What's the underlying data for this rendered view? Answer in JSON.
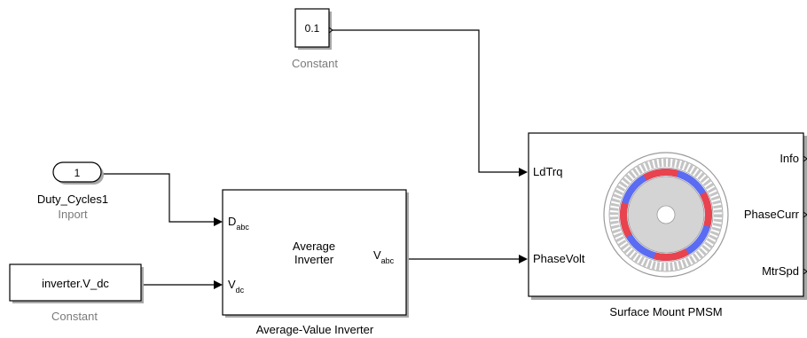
{
  "blocks": {
    "constant_top": {
      "value": "0.1",
      "caption": "Constant"
    },
    "inport": {
      "number": "1",
      "name": "Duty_Cycles1",
      "caption": "Inport"
    },
    "constant_bottom": {
      "value": "inverter.V_dc",
      "caption": "Constant"
    },
    "inverter": {
      "title_line1": "Average",
      "title_line2": "Inverter",
      "caption": "Average-Value Inverter",
      "in_port_1": {
        "main": "D",
        "sub": "abc"
      },
      "in_port_2": {
        "main": "V",
        "sub": "dc"
      },
      "out_port": {
        "main": "V",
        "sub": "abc"
      }
    },
    "pmsm": {
      "caption": "Surface Mount PMSM",
      "in_port_1": "LdTrq",
      "in_port_2": "PhaseVolt",
      "out_port_1": "Info",
      "out_port_2": "PhaseCurr",
      "out_port_3": "MtrSpd"
    }
  },
  "colors": {
    "stator_red": "#e8434e",
    "stator_blue": "#5b6cf2",
    "rotor": "#d4d4d4",
    "caption_gray": "#7a7a7a"
  }
}
